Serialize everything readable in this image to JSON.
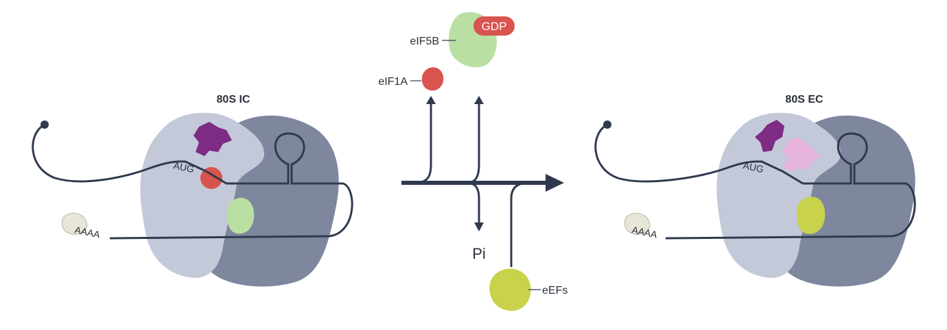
{
  "left_complex": {
    "title": "80S IC",
    "codon": "AUG",
    "polyA": "AAAA"
  },
  "right_complex": {
    "title": "80S EC",
    "codon": "AUG",
    "polyA": "AAAA"
  },
  "factors": {
    "eif5b": "eIF5B",
    "gdp": "GDP",
    "eif1a": "eIF1A",
    "pi": "Pi",
    "eefs": "eEFs"
  },
  "colors": {
    "large_subunit": "#7e879d",
    "small_subunit": "#c3c9d8",
    "mrna": "#2f3a4f",
    "trna": "#7d2b83",
    "eif1a": "#d9534f",
    "eif5b": "#b9e0a2",
    "gdp": "#d9534f",
    "eefs": "#c8d24a",
    "pink_trna": "#e6b3dc",
    "polyA_binding": "#e8e6d6",
    "arrow": "#2f3a4f"
  }
}
